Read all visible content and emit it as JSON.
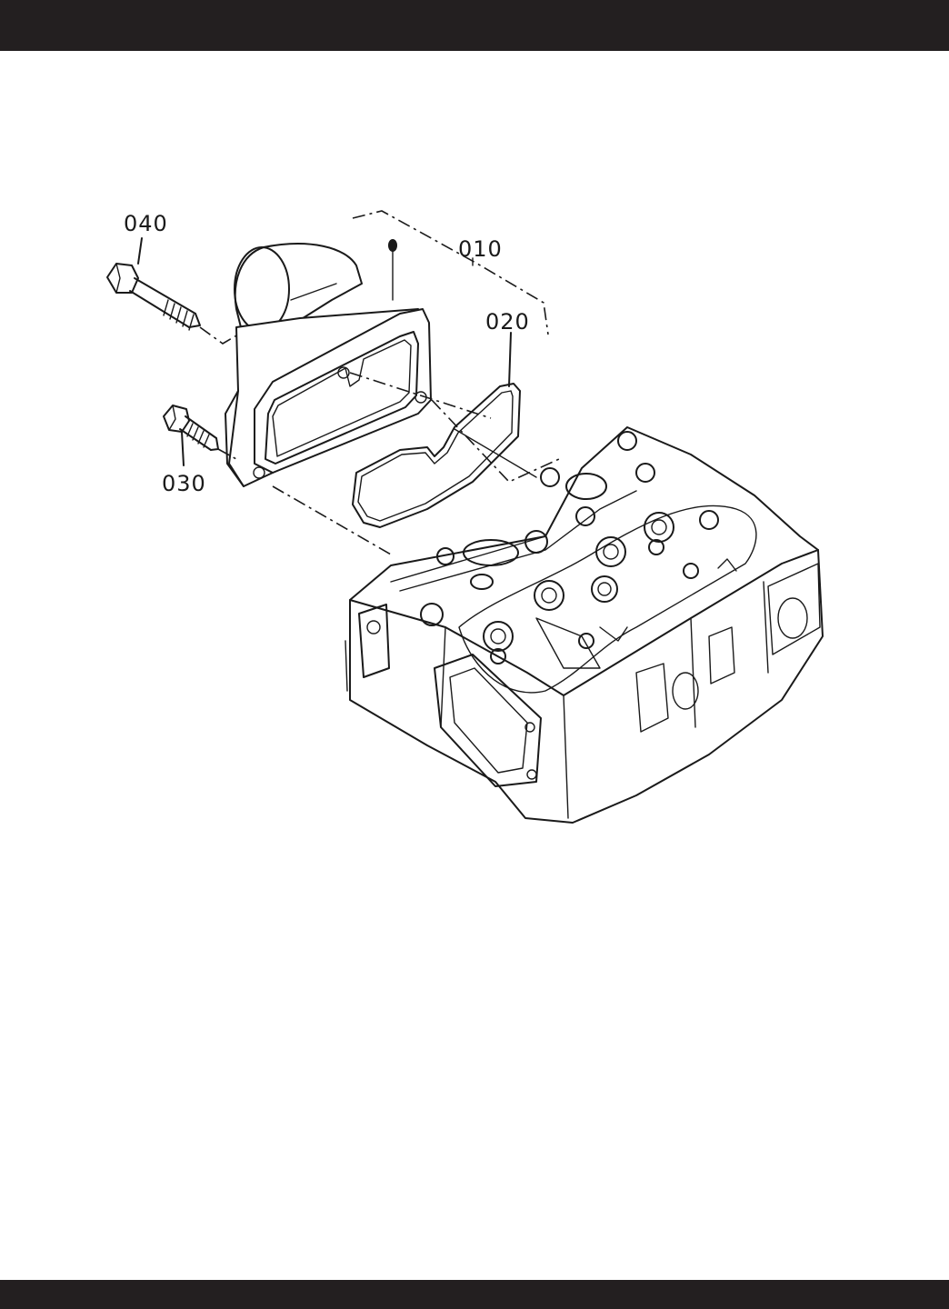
{
  "header_bar": {
    "color": "#231f20"
  },
  "footer_bar": {
    "color": "#231f20"
  },
  "callouts": [
    {
      "id": "040",
      "text": "040"
    },
    {
      "id": "010",
      "text": "010"
    },
    {
      "id": "020",
      "text": "020"
    },
    {
      "id": "030",
      "text": "030"
    }
  ]
}
